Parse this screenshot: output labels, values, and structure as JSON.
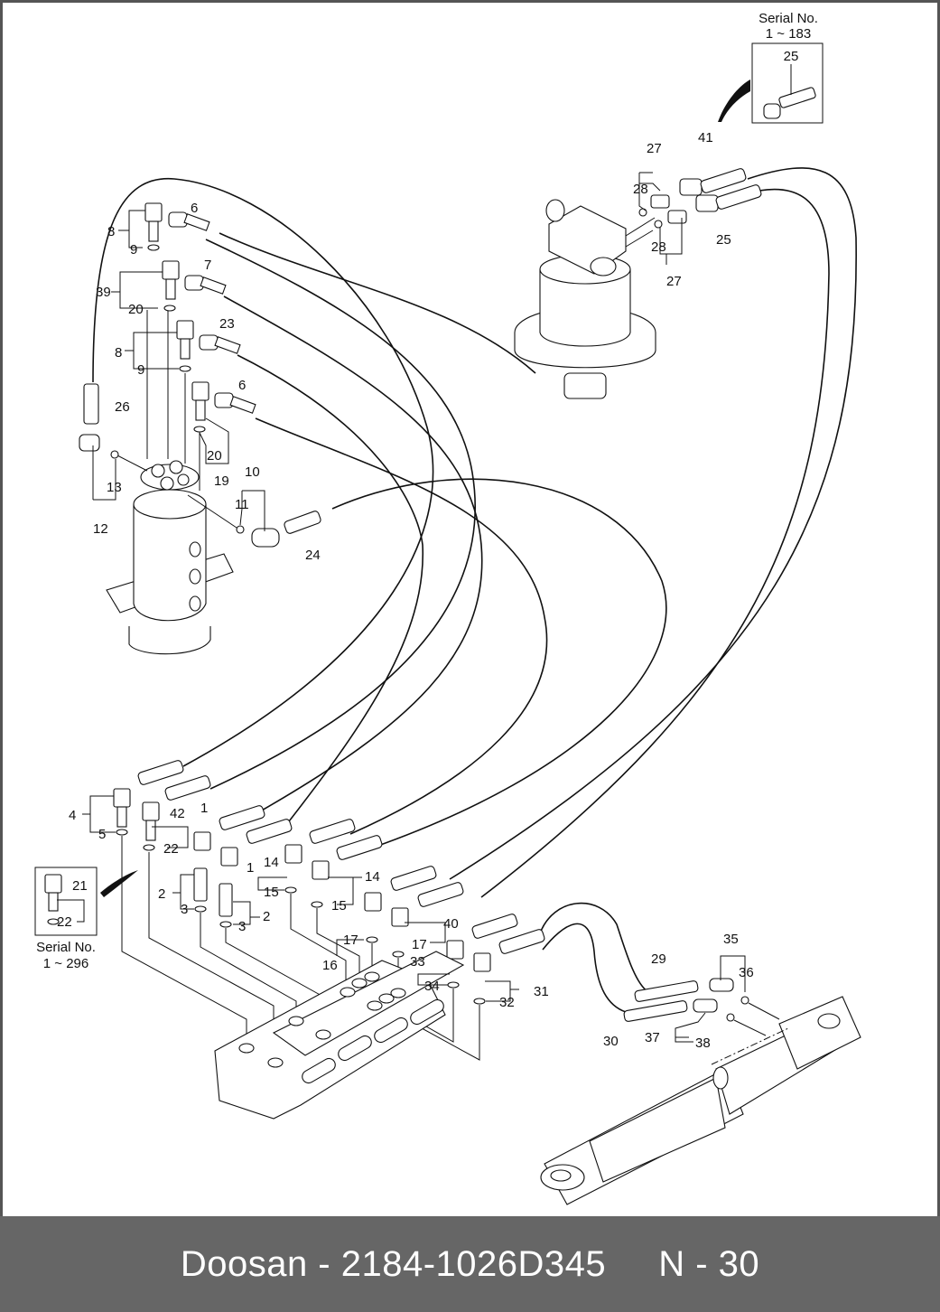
{
  "footer": {
    "brand": "Doosan",
    "separator": " - ",
    "part_number": "2184-1026D345",
    "page_label": "N - 30"
  },
  "insets": [
    {
      "serial_label": "Serial No.",
      "serial_range": "1 ~ 183",
      "part": "25"
    },
    {
      "serial_label": "Serial No.",
      "serial_range": "1 ~ 296",
      "parts": [
        "21",
        "22"
      ]
    }
  ],
  "callouts": {
    "c1a": "1",
    "c1b": "1",
    "c2a": "2",
    "c2b": "2",
    "c3a": "3",
    "c3b": "3",
    "c4": "4",
    "c5": "5",
    "c6a": "6",
    "c6b": "6",
    "c7": "7",
    "c8a": "8",
    "c8b": "8",
    "c9a": "9",
    "c9b": "9",
    "c10": "10",
    "c11": "11",
    "c12": "12",
    "c13": "13",
    "c14a": "14",
    "c14b": "14",
    "c15a": "15",
    "c15b": "15",
    "c16": "16",
    "c17a": "17",
    "c17b": "17",
    "c19": "19",
    "c20a": "20",
    "c20b": "20",
    "c22": "22",
    "c23": "23",
    "c24": "24",
    "c25": "25",
    "c26": "26",
    "c27a": "27",
    "c27b": "27",
    "c28a": "28",
    "c28b": "28",
    "c29": "29",
    "c30": "30",
    "c31": "31",
    "c32": "32",
    "c33": "33",
    "c34": "34",
    "c35": "35",
    "c36": "36",
    "c37": "37",
    "c38": "38",
    "c39": "39",
    "c40": "40",
    "c41": "41",
    "c42": "42"
  }
}
